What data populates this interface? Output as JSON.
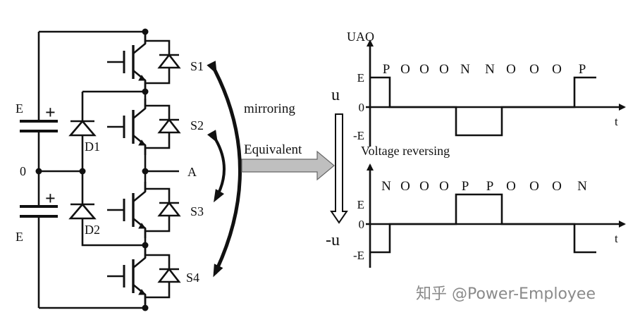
{
  "circuit": {
    "switches": [
      "S1",
      "S2",
      "S3",
      "S4"
    ],
    "diodes": [
      "D1",
      "D2"
    ],
    "sources": {
      "top": "E",
      "bottom": "E",
      "plus": "+"
    },
    "midpoint": "0",
    "output": "A"
  },
  "annotations": {
    "mirroring": "mirroring",
    "equivalent": "Equivalent",
    "voltage_reversing": "Voltage reversing"
  },
  "reversal_arrow": {
    "top": "u",
    "bottom": "-u"
  },
  "waveform_top": {
    "axis_label": "UAO",
    "time_label": "t",
    "ticks": [
      "E",
      "0",
      "-E"
    ],
    "states": [
      "P",
      "O",
      "O",
      "O",
      "N",
      "N",
      "O",
      "O",
      "O",
      "P"
    ]
  },
  "waveform_bottom": {
    "time_label": "t",
    "ticks": [
      "E",
      "0",
      "-E"
    ],
    "states": [
      "N",
      "O",
      "O",
      "O",
      "P",
      "P",
      "O",
      "O",
      "O",
      "N"
    ]
  },
  "watermark": "知乎 @Power-Employee",
  "colors": {
    "line": "#111111",
    "arrow_fill": "#bfbfbf",
    "watermark": "#8a8a8a"
  }
}
